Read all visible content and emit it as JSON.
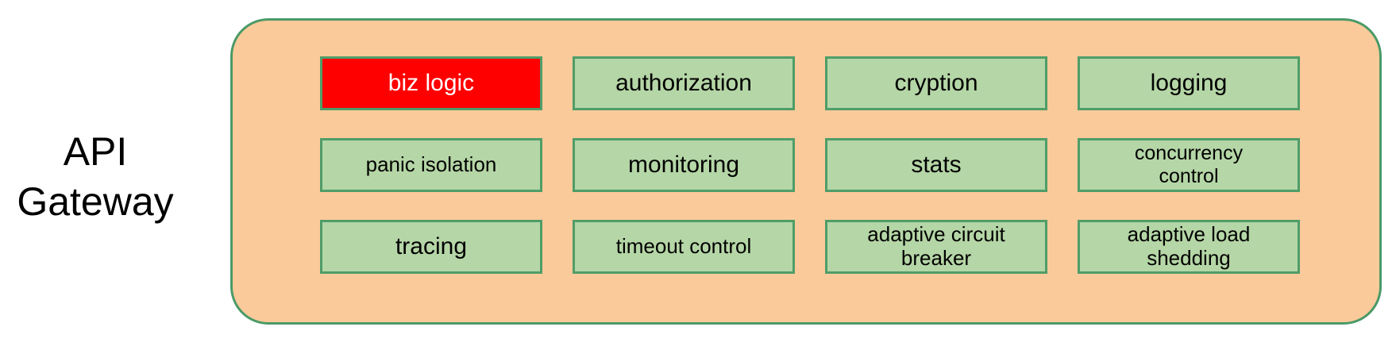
{
  "title": {
    "line1": "API",
    "line2": "Gateway"
  },
  "gateway": {
    "cells": [
      {
        "label": "biz logic",
        "variant": "highlight",
        "size": "large"
      },
      {
        "label": "authorization",
        "variant": "normal",
        "size": "large"
      },
      {
        "label": "cryption",
        "variant": "normal",
        "size": "large"
      },
      {
        "label": "logging",
        "variant": "normal",
        "size": "large"
      },
      {
        "label": "panic isolation",
        "variant": "normal",
        "size": "medium"
      },
      {
        "label": "monitoring",
        "variant": "normal",
        "size": "large"
      },
      {
        "label": "stats",
        "variant": "normal",
        "size": "large"
      },
      {
        "label": "concurrency\ncontrol",
        "variant": "normal",
        "size": "small"
      },
      {
        "label": "tracing",
        "variant": "normal",
        "size": "large"
      },
      {
        "label": "timeout control",
        "variant": "normal",
        "size": "medium"
      },
      {
        "label": "adaptive circuit\nbreaker",
        "variant": "normal",
        "size": "medium"
      },
      {
        "label": "adaptive load\nshedding",
        "variant": "normal",
        "size": "medium"
      }
    ]
  },
  "colors": {
    "container_fill": "#fbca9a",
    "container_border": "#4a9a68",
    "cell_fill": "#b5d6a6",
    "cell_border": "#4f9d69",
    "highlight_fill": "#fe0000",
    "highlight_text": "#ffffff",
    "text": "#000000",
    "page_background": "#ffffff"
  }
}
